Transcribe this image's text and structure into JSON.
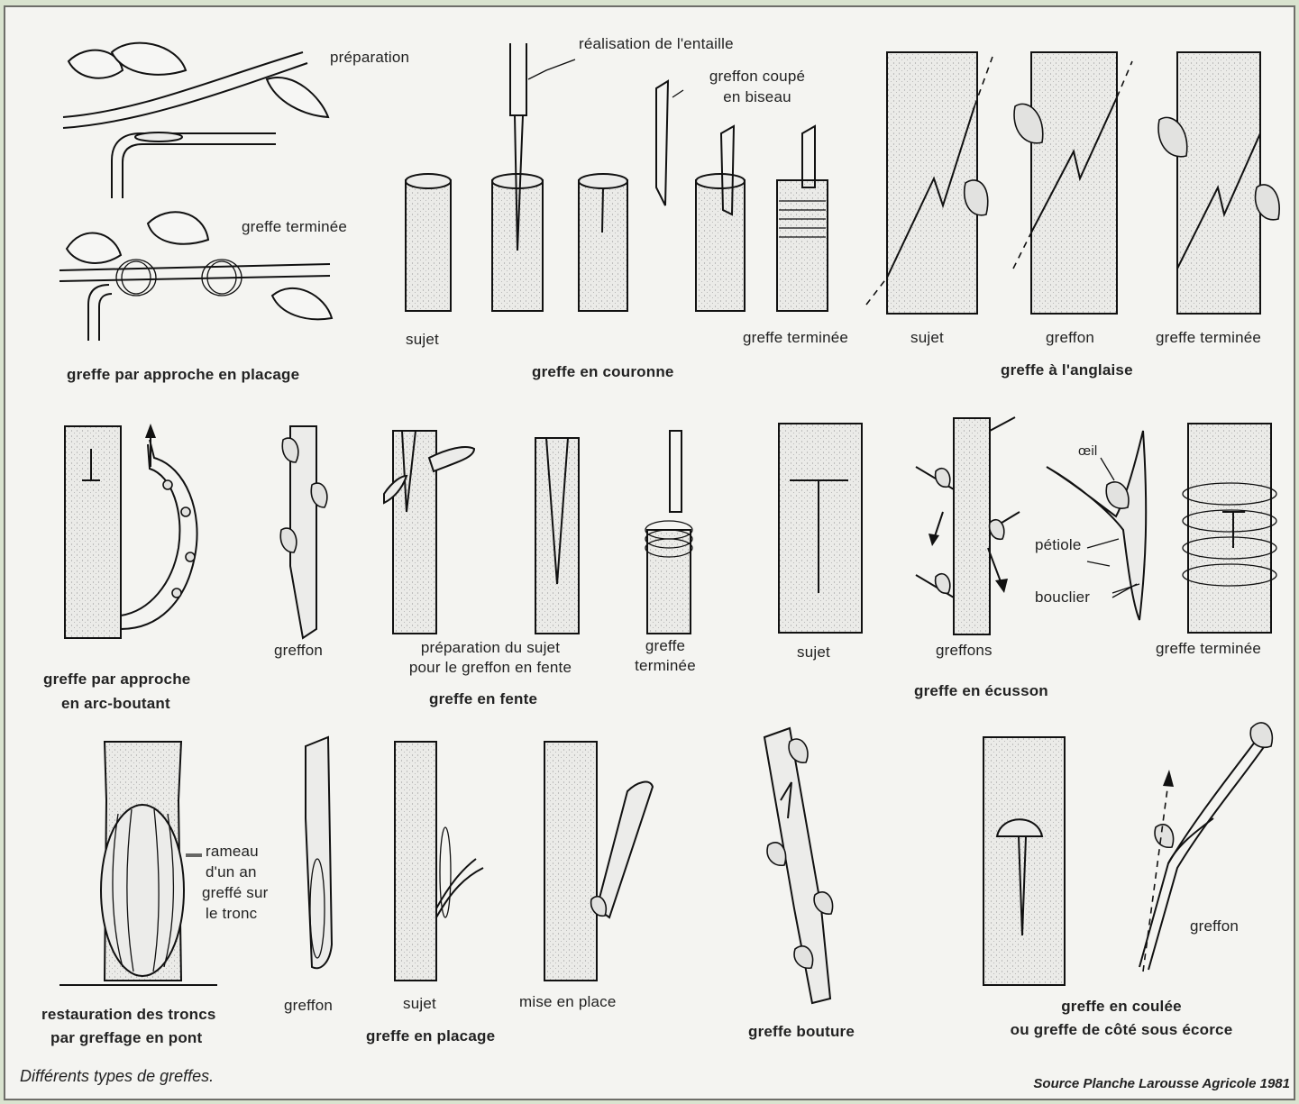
{
  "labels": {
    "preparation": "préparation",
    "greffe_terminee_approche": "greffe terminée",
    "greffe_par_approche_en_placage": "greffe par approche en placage",
    "realisation_entaille": "réalisation de l'entaille",
    "greffon_coupe_en_biseau_1": "greffon coupé",
    "greffon_coupe_en_biseau_2": "en biseau",
    "sujet_couronne": "sujet",
    "greffe_terminee_couronne": "greffe terminée",
    "greffe_en_couronne": "greffe en couronne",
    "sujet_anglaise": "sujet",
    "greffon_anglaise": "greffon",
    "greffe_terminee_anglaise": "greffe terminée",
    "greffe_a_langlaise": "greffe à l'anglaise",
    "greffe_par_approche_arc_1": "greffe par approche",
    "greffe_par_approche_arc_2": "en arc-boutant",
    "greffon_fente": "greffon",
    "preparation_sujet_1": "préparation du sujet",
    "preparation_sujet_2": "pour le greffon en fente",
    "greffe_terminee_fente_1": "greffe",
    "greffe_terminee_fente_2": "terminée",
    "greffe_en_fente": "greffe en fente",
    "sujet_ecusson": "sujet",
    "oeil": "œil",
    "petiole": "pétiole",
    "bouclier": "bouclier",
    "greffons": "greffons",
    "greffe_terminee_ecusson": "greffe terminée",
    "greffe_en_ecusson": "greffe en écusson",
    "rameau_1": "rameau",
    "rameau_2": "d'un an",
    "rameau_3": "greffé sur",
    "rameau_4": "le tronc",
    "restauration_1": "restauration des troncs",
    "restauration_2": "par greffage en pont",
    "greffon_pont": "greffon",
    "sujet_placage": "sujet",
    "mise_en_place": "mise en place",
    "greffe_en_placage": "greffe en placage",
    "greffe_bouture": "greffe bouture",
    "greffon_coulee": "greffon",
    "greffe_en_coulee_1": "greffe en coulée",
    "greffe_en_coulee_2": "ou greffe de côté sous écorce"
  },
  "caption": "Différents types de greffes.",
  "source": "Source Planche Larousse Agricole 1981"
}
